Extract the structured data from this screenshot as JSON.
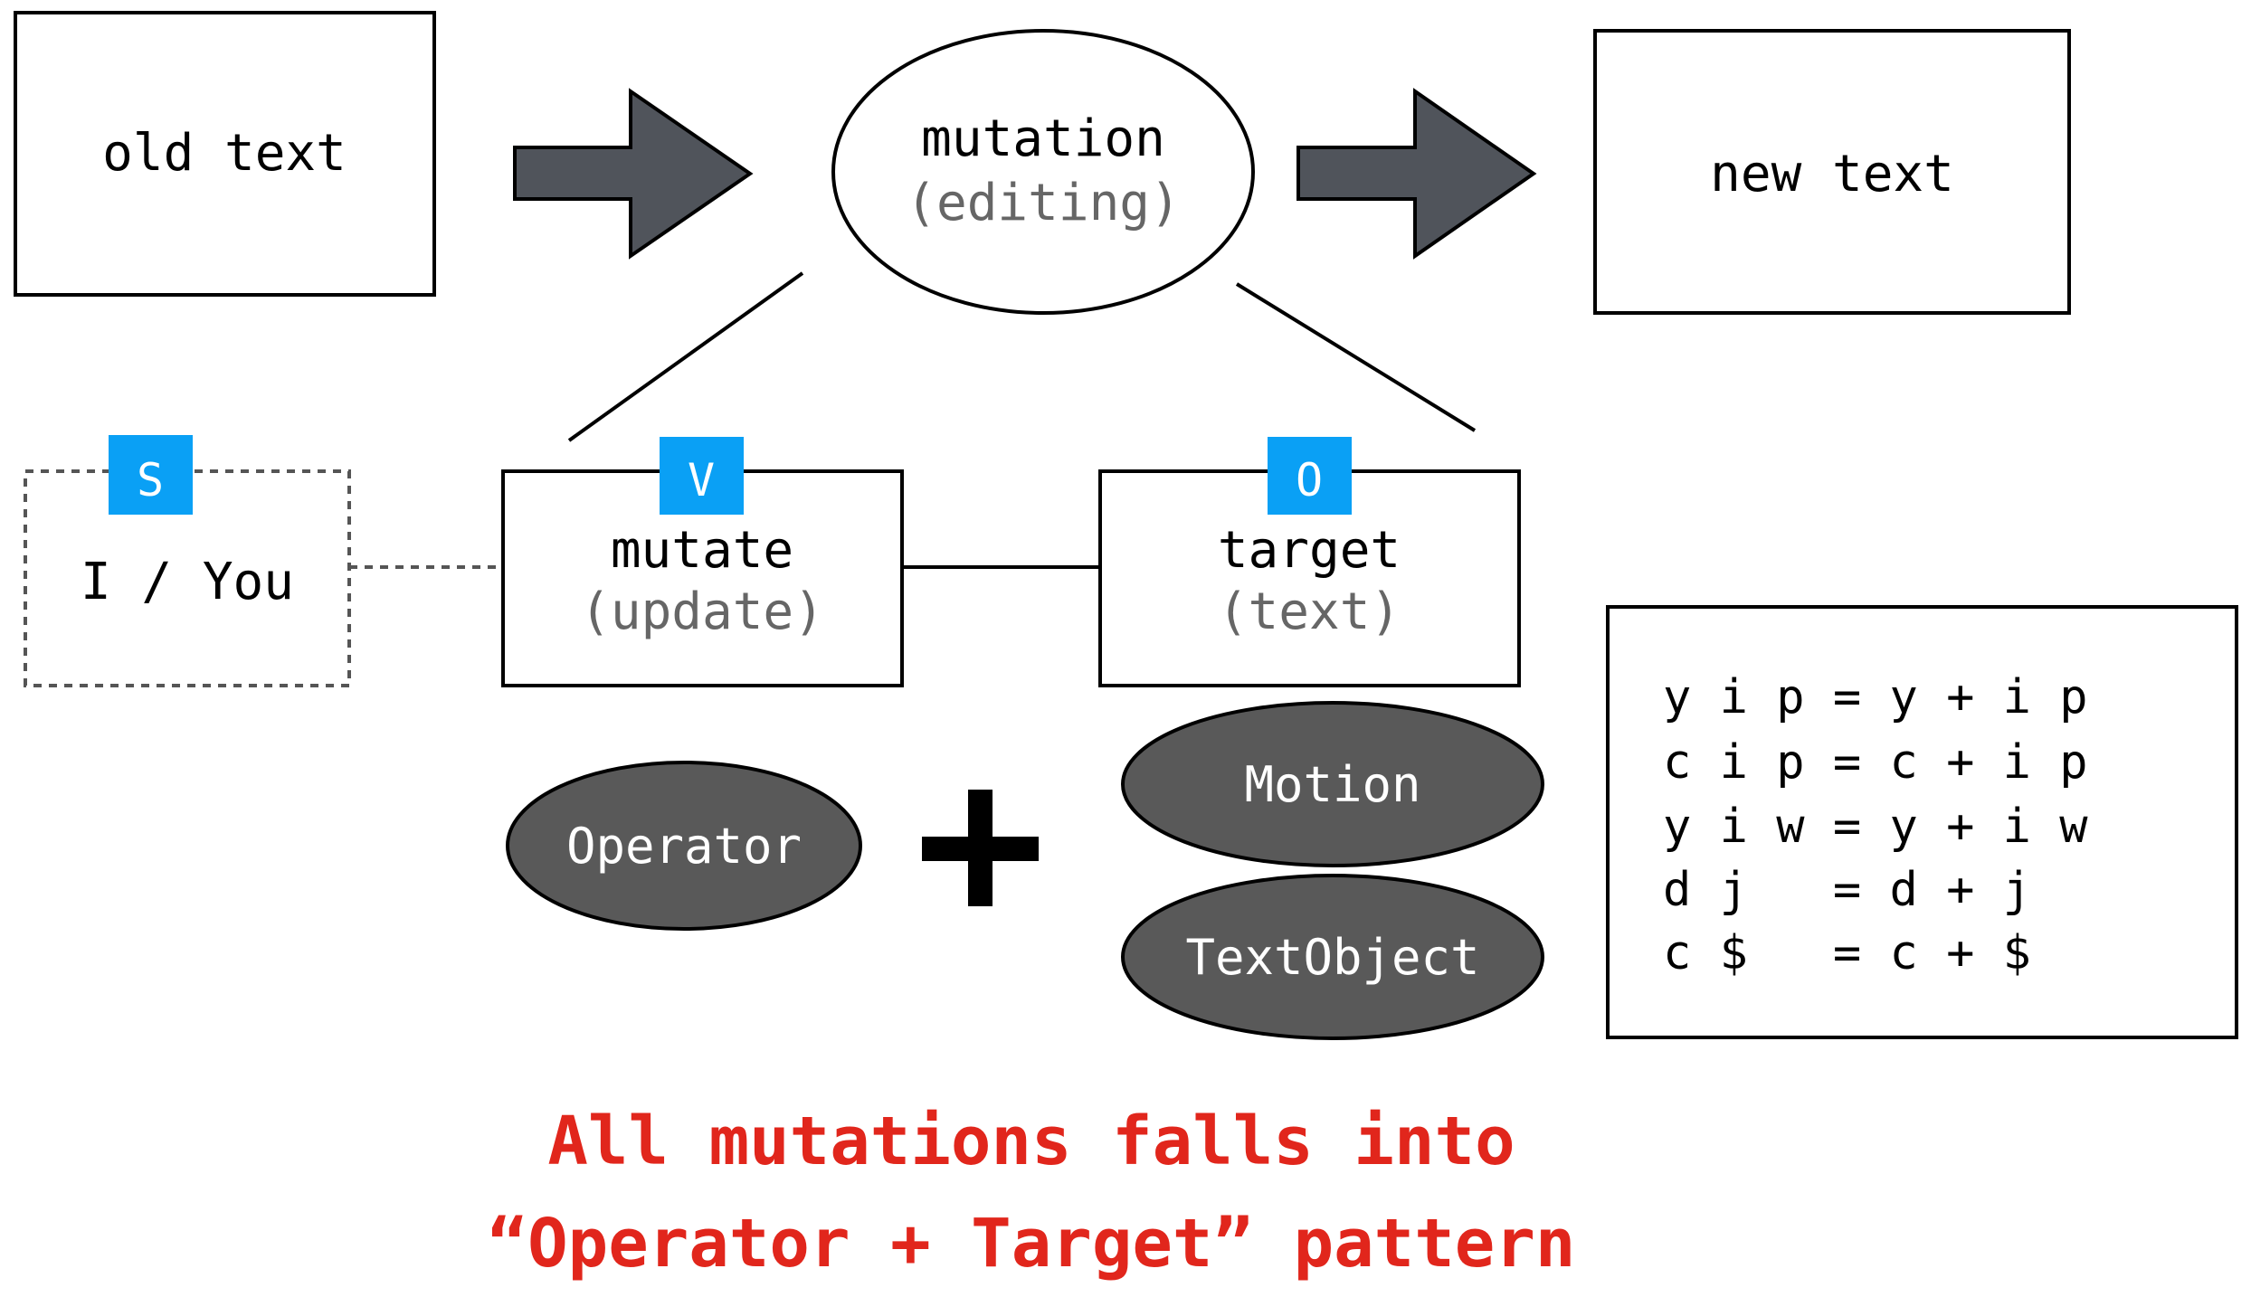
{
  "colors": {
    "stroke": "#000000",
    "arrow_fill": "#50545b",
    "ellipse_dark": "#595959",
    "badge_blue": "#0aa0f5",
    "gray_text": "#666666",
    "caption_red": "#e1261c",
    "dotted": "#555555"
  },
  "flow": {
    "old_text": "old text",
    "mutation_title": "mutation",
    "mutation_sub": "(editing)",
    "new_text": "new text"
  },
  "svo": {
    "subject_badge": "S",
    "subject_label": "I / You",
    "verb_badge": "V",
    "verb_title": "mutate",
    "verb_sub": "(update)",
    "object_badge": "O",
    "object_title": "target",
    "object_sub": "(text)"
  },
  "pattern": {
    "operator": "Operator",
    "plus": "+",
    "motion": "Motion",
    "text_object": "TextObject"
  },
  "examples": [
    "y i p = y + i p",
    "c i p = c + i p",
    "y i w = y + i w",
    "d j   = d + j",
    "c $   = c + $"
  ],
  "caption": {
    "line1": "All mutations falls into",
    "line2": "“Operator + Target” pattern"
  }
}
